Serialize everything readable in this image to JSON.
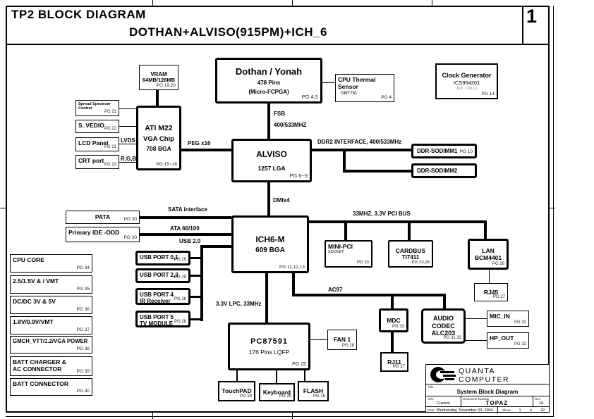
{
  "page": {
    "title": "TP2  BLOCK DIAGRAM",
    "subtitle": "DOTHAN+ALVISO(915PM)+ICH_6",
    "sheet_number": "1"
  },
  "labels": {
    "fsb": "FSB",
    "fsb_speed": "400/533MHZ",
    "peg": "PEG x16",
    "lvds": "LVDS",
    "rgb": "R.G,B",
    "ddr2": "DDR2 INTERFACE, 400/533MHz",
    "dmi": "DMIx4",
    "sata": "SATA interface",
    "ata": "ATA 66/100",
    "usb20": "USB 2.0",
    "pci": "33MHZ, 3.3V PCI BUS",
    "ac97": "AC97",
    "lpc": "3.3V LPC, 33MHz"
  },
  "blocks": {
    "vram": {
      "name": "VRAM",
      "sub": "64MB/128MB",
      "pg": "PG 19,20"
    },
    "dothan": {
      "name": "Dothan / Yonah",
      "sub1": "478 Pins",
      "sub2": "(Micro-FCPGA)",
      "pg": "PG 4,5"
    },
    "cpu_thermal": {
      "line1": "CPU Thermal",
      "line2": "Sensor",
      "chip": "GMT781",
      "pg": "PG 4"
    },
    "clock_gen": {
      "name": "Clock Generator",
      "chip": "ICS954201",
      "vendor": "IDT CV111",
      "pg": "PG 14"
    },
    "spread_spectrum": {
      "line1": "Spread Spectrum",
      "line2": "Control",
      "pg": "PG 21"
    },
    "s_vedio": {
      "name": "S_VEDIO",
      "pg": "PG 22"
    },
    "lcd_panel": {
      "name": "LCD Panel",
      "pg": "PG 21"
    },
    "crt_port": {
      "name": "CRT port",
      "pg": "PG 22"
    },
    "ati_m22": {
      "name": "ATI M22",
      "sub1": "VGA Chip",
      "sub2": "708 BGA",
      "pg": "PG 15~18"
    },
    "alviso": {
      "name": "ALVISO",
      "sub": "1257 LGA",
      "pg": "PG 6~9"
    },
    "ddr_sodimm1": {
      "name": "DDR-SODIMM1",
      "pg": "PG 10"
    },
    "ddr_sodimm2": {
      "name": "DDR-SODIMM2"
    },
    "pata": {
      "name": "PATA",
      "pg": "PG 30"
    },
    "primary_ide": {
      "name": "Primary IDE  -ODD",
      "pg": "PG 30"
    },
    "ich6m": {
      "name": "ICH6-M",
      "sub": "609 BGA",
      "pg": "PG 11,12,13"
    },
    "usb01": {
      "name": "USB PORT 0,1",
      "pg": "PG 29"
    },
    "usb23": {
      "name": "USB PORT 2,3",
      "pg": "PG 29"
    },
    "usb4": {
      "line1": "USB PORT 4",
      "line2": "IR Receiver",
      "pg": "PG 28"
    },
    "usb5": {
      "line1": "USB PORT 5",
      "line2": "TV MODULE",
      "pg": "PG 28"
    },
    "mini_pci": {
      "name": "MINI-PCI",
      "sub": "SOCKET",
      "pg": "PG 33"
    },
    "cardbus": {
      "name": "CARDBUS",
      "sub": "TI7411",
      "pg": "PG 23,24"
    },
    "lan": {
      "name": "LAN",
      "sub": "BCM4401",
      "pg": "PG 26"
    },
    "rj45": {
      "name": "RJ45",
      "pg": "PG 27"
    },
    "mdc": {
      "name": "MDC",
      "pg": "PG 33"
    },
    "audio_codec": {
      "line1": "AUDIO",
      "line2": "CODEC",
      "line3": "ALC203",
      "pg": "PG 31,32"
    },
    "mic_in": {
      "name": "MIC_IN",
      "pg": "PG 32"
    },
    "hp_out": {
      "name": "HP_OUT",
      "pg": "PG 32"
    },
    "rj11": {
      "name": "RJ11",
      "pg": "PG 27"
    },
    "pc87591": {
      "name": "PC87591",
      "sub": "176 Pins LQFP",
      "pg": "PG 25"
    },
    "fan1": {
      "name": "FAN 1",
      "pg": "PG 28"
    },
    "touchpad": {
      "name": "TouchPAD",
      "pg": "PG 28"
    },
    "keyboard": {
      "name": "Keyboard",
      "pg": "PG 29"
    },
    "flash": {
      "name": "FLASH",
      "pg": "PG 25"
    }
  },
  "sidebar": {
    "items": [
      {
        "label": "CPU CORE",
        "pg": "PG 34"
      },
      {
        "label": "2.5/1.5V & / VMT",
        "pg": "PG 35"
      },
      {
        "label": "DC/DC 3V & 5V",
        "pg": "PG 36"
      },
      {
        "label": "1.8V/0.9V/VMT",
        "pg": "PG 37"
      },
      {
        "label": "GMCH_VTT/1.2/VGA POWER",
        "pg": "PG 38"
      },
      {
        "label": "BATT CHARGER &",
        "label2": "AC CONNECTOR",
        "pg": "PG 39"
      },
      {
        "label": "BATT CONNECTOR",
        "pg": "PG 40"
      }
    ]
  },
  "title_block": {
    "company_line1": "QUANTA",
    "company_line2": "COMPUTER",
    "title_label": "Title",
    "title": "System Block Diagram",
    "size_label": "Size",
    "size_value": "Custom",
    "doc_label": "Document Number",
    "doc_value": "TOPAZ",
    "rev_label": "Rev",
    "rev_value": "1A",
    "date_label": "Date:",
    "date_value": "Wednesday, November 03, 2004",
    "sheet_label": "Sheet",
    "sheet_value": "1",
    "of_label": "of",
    "sheet_total": "42"
  }
}
